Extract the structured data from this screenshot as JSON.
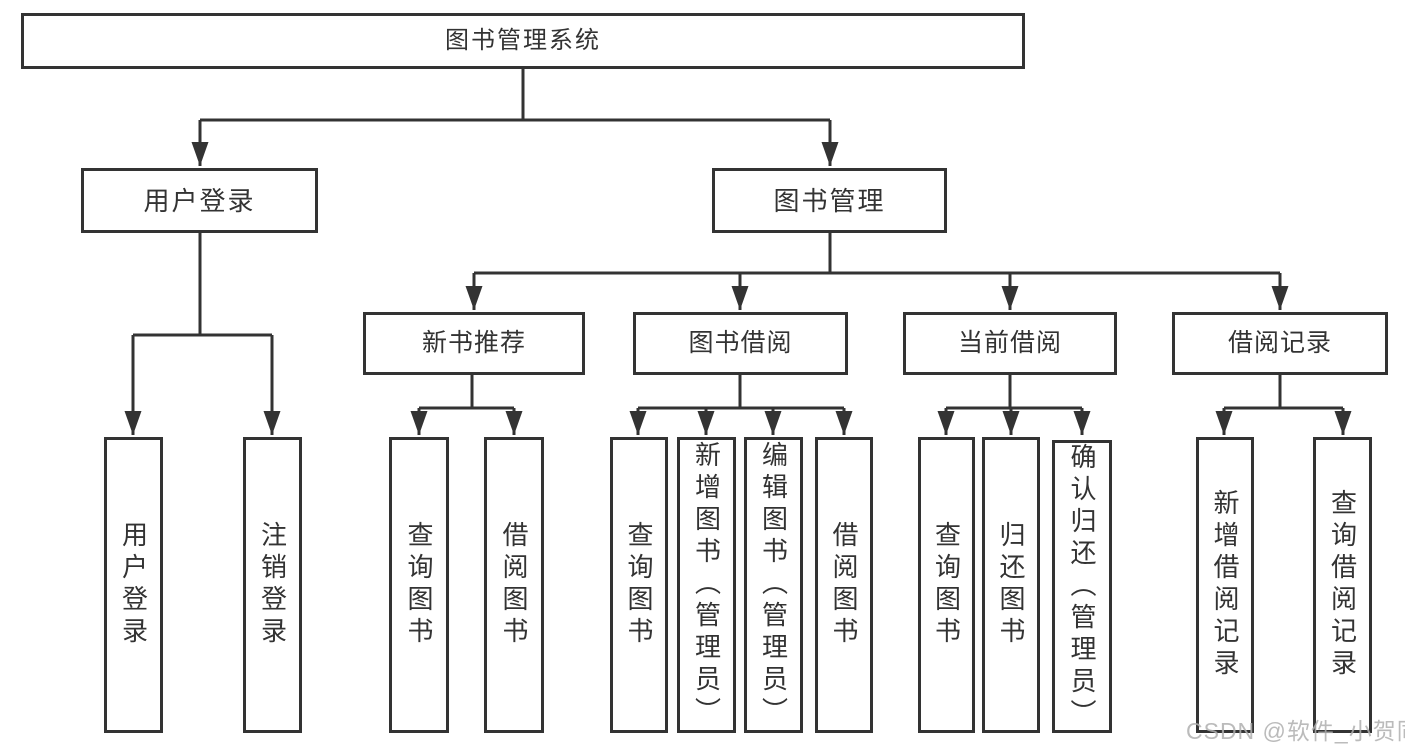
{
  "nodes": {
    "root": {
      "label": "图书管理系统"
    },
    "branches": [
      {
        "label": "用户登录",
        "children": [
          {
            "label": "用户登录"
          },
          {
            "label": "注销登录"
          }
        ]
      },
      {
        "label": "图书管理",
        "modules": [
          {
            "label": "新书推荐",
            "children": [
              {
                "label": "查询图书"
              },
              {
                "label": "借阅图书"
              }
            ]
          },
          {
            "label": "图书借阅",
            "children": [
              {
                "label": "查询图书"
              },
              {
                "label": "新增图书（管理员）"
              },
              {
                "label": "编辑图书（管理员）"
              },
              {
                "label": "借阅图书"
              }
            ]
          },
          {
            "label": "当前借阅",
            "children": [
              {
                "label": "查询图书"
              },
              {
                "label": "归还图书"
              },
              {
                "label": "确认归还（管理员）"
              }
            ]
          },
          {
            "label": "借阅记录",
            "children": [
              {
                "label": "新增借阅记录"
              },
              {
                "label": "查询借阅记录"
              }
            ]
          }
        ]
      }
    ]
  },
  "watermark": {
    "text": "CSDN @软件_小贺同学"
  },
  "colors": {
    "background": "#ffffff",
    "line": "#333333",
    "text": "#333333",
    "box_background": "#ffffff",
    "watermark": "#afafaf"
  }
}
